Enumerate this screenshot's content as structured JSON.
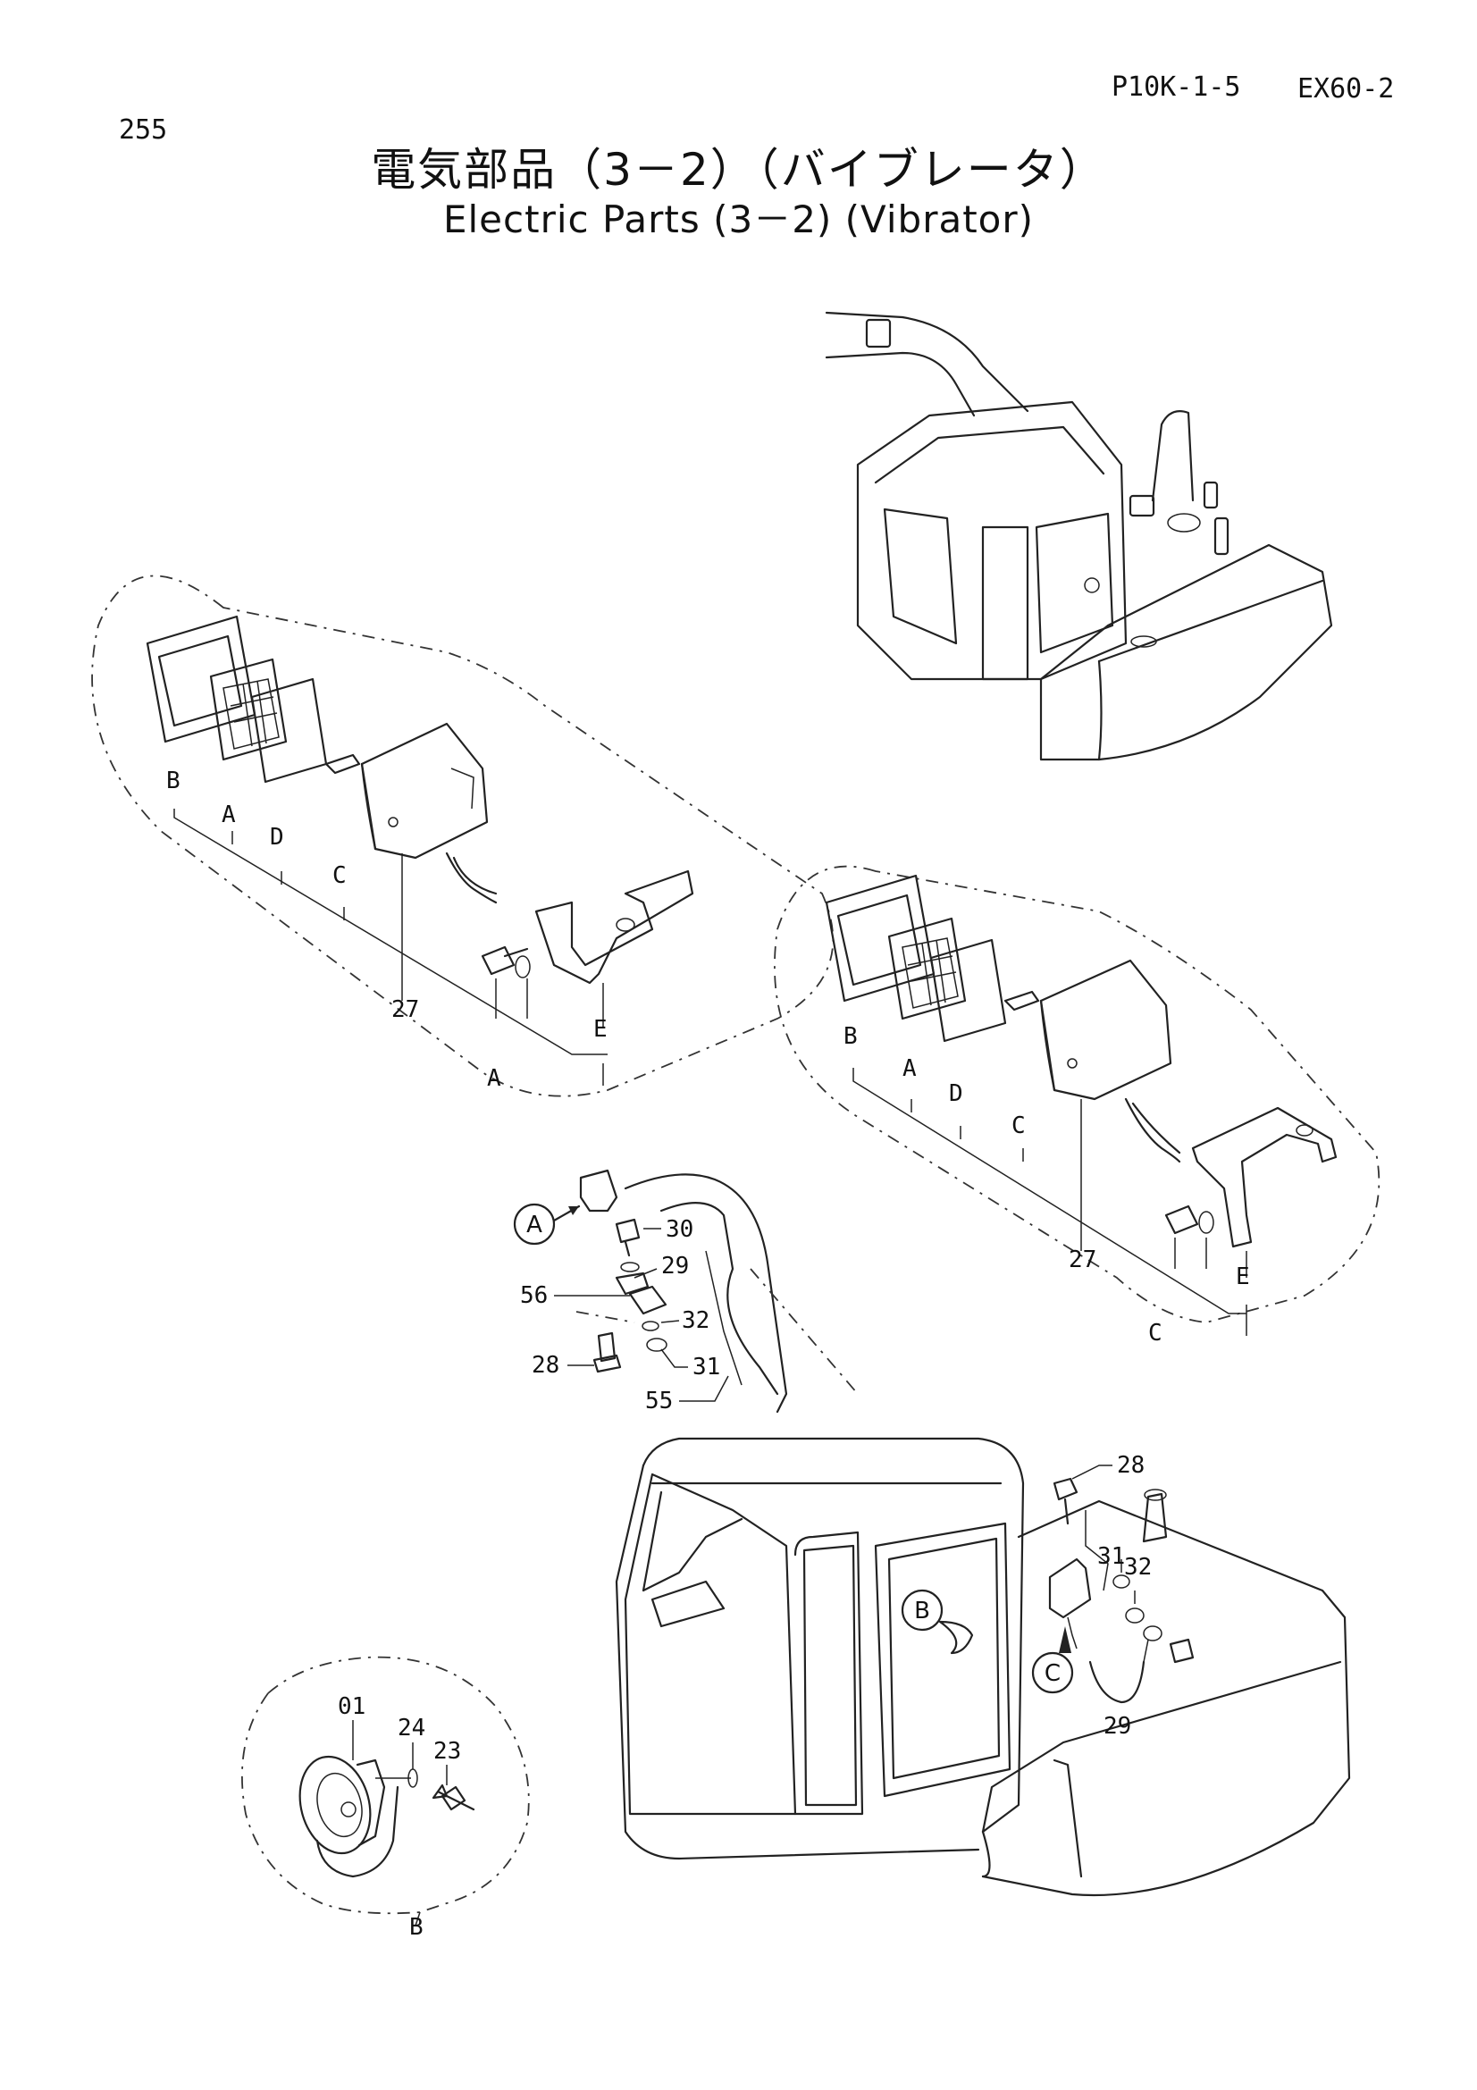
{
  "header": {
    "page_number": "255",
    "code": "P10K-1-5",
    "model": "EX60-2"
  },
  "title": {
    "japanese": "電気部品（3－2）（バイブレータ）",
    "english": "Electric Parts (3－2) (Vibrator)"
  },
  "callouts": {
    "detail_a": "A",
    "detail_b": "B",
    "detail_c": "C"
  },
  "detail_a": {
    "letters": {
      "b": "B",
      "a": "A",
      "d": "D",
      "c": "C",
      "e": "E",
      "group": "A"
    },
    "part_27": "27"
  },
  "detail_c": {
    "letters": {
      "b": "B",
      "a": "A",
      "d": "D",
      "c": "C",
      "e": "E",
      "group": "C"
    },
    "part_27": "27"
  },
  "detail_b": {
    "part_01": "01",
    "part_24": "24",
    "part_23": "23",
    "group": "B"
  },
  "boom_parts": [
    "30",
    "29",
    "56",
    "32",
    "28",
    "31",
    "55"
  ],
  "cab_parts": [
    "28",
    "31",
    "32",
    "29"
  ]
}
